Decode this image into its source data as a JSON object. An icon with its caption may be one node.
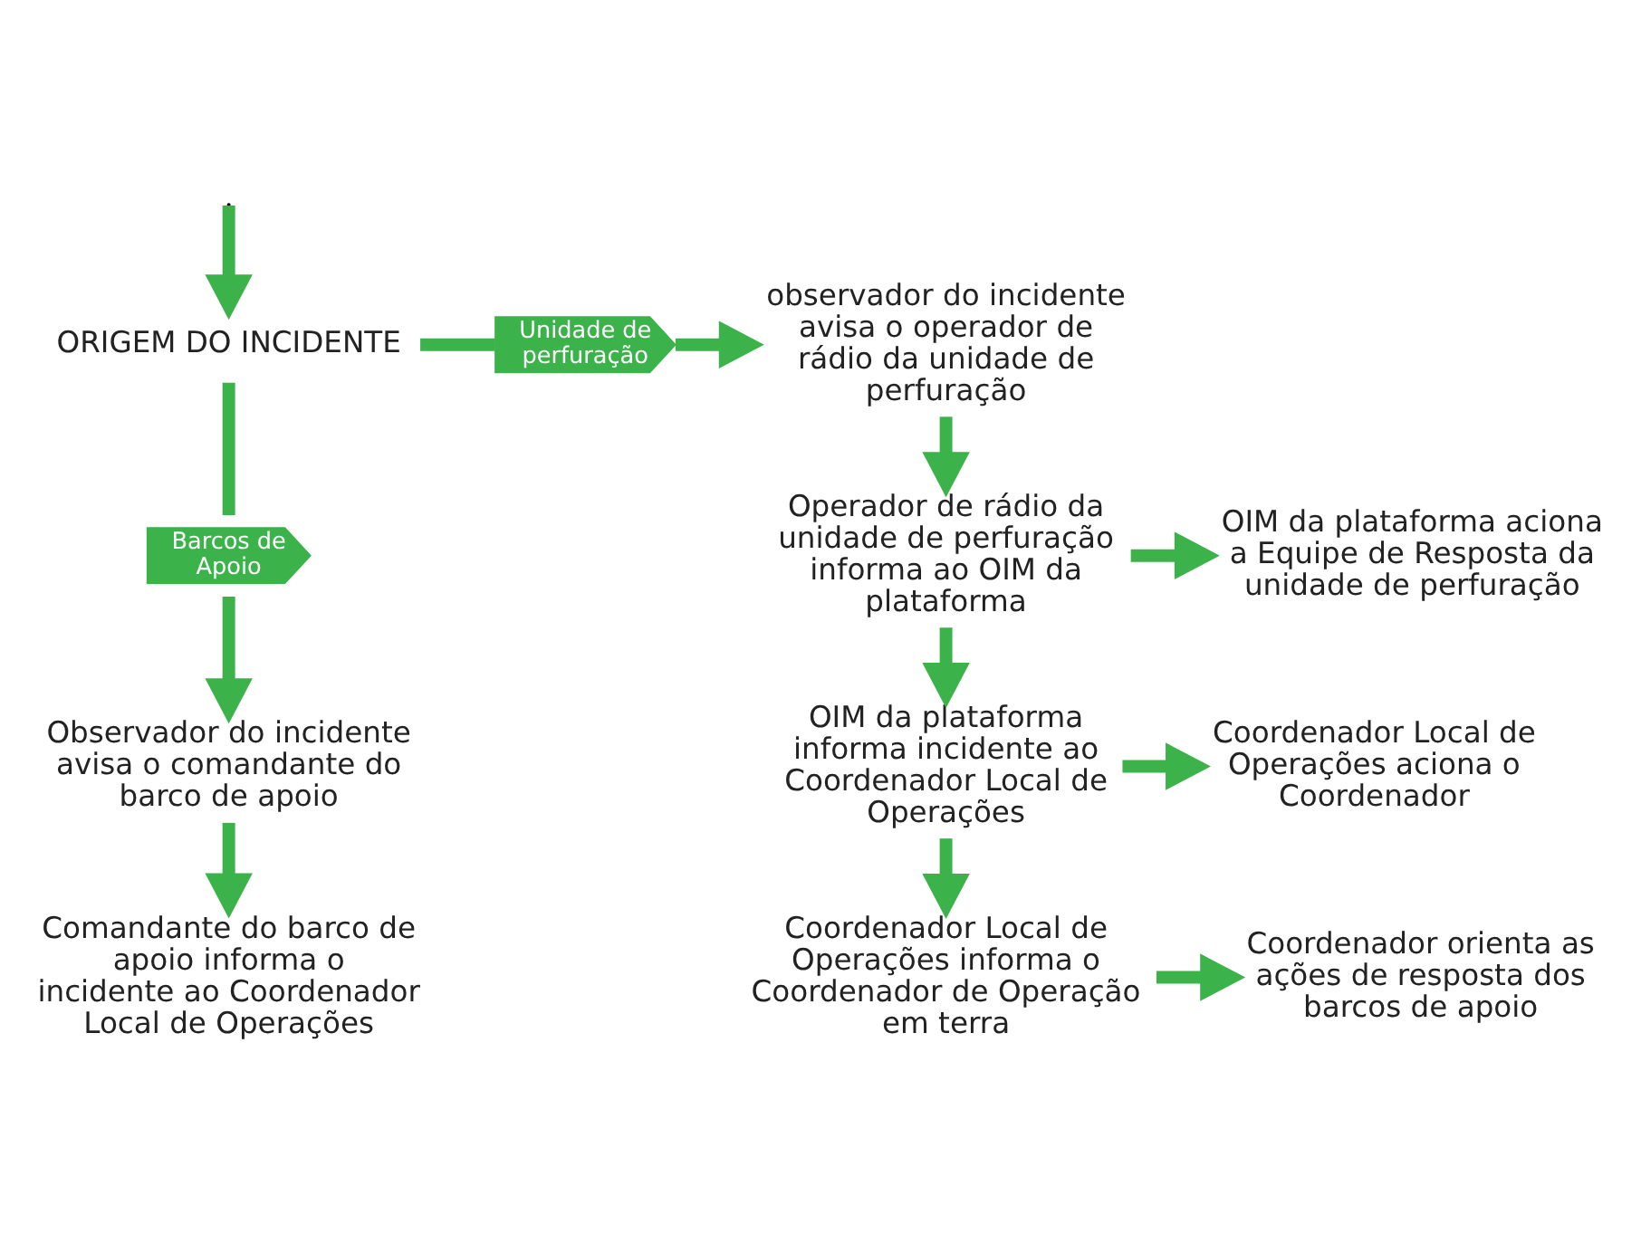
{
  "diagram": {
    "nodes": [
      {
        "text": [
          "ORIGEM DO INCIDENTE"
        ]
      },
      {
        "text": [
          "Barcos de Apoio"
        ]
      },
      {
        "text": [
          "Observador do incidente avisa o comandante do barco de apoio"
        ]
      },
      {
        "text": [
          "Comandante do barco de apoio informa o incidente ao Coordenador Local de Operações"
        ]
      },
      {
        "text": [
          "Unidade de perfuração"
        ]
      },
      {
        "text": [
          "observador do incidente avisa o operador de rádio da unidade de perfuração"
        ]
      },
      {
        "text": [
          "Operador de rádio da unidade de perfuração informa ao OIM da plataforma"
        ]
      },
      {
        "text": [
          "OIM da plataforma aciona a Equipe de Resposta da unidade de perfuração"
        ]
      },
      {
        "text": [
          "OIM da plataforma informa incidente ao Coordenador Local de Operações"
        ]
      },
      {
        "text": [
          "Coordenador Local de Operações aciona o Coordenador"
        ]
      },
      {
        "text": [
          "Coordenador Local de Operações informa o Coordenador de Operação em terra"
        ]
      },
      {
        "text": [
          "Coordenador orienta as ações de resposta dos barcos de apoio"
        ]
      }
    ],
    "edges": [
      {
        "from": null,
        "to": 0,
        "arrow": "to"
      },
      {
        "from": 0,
        "to": 1,
        "arrow": "none"
      },
      {
        "from": 1,
        "to": 2,
        "arrow": "to"
      },
      {
        "from": 2,
        "to": 3,
        "arrow": "to"
      },
      {
        "from": 0,
        "to": 4,
        "arrow": "none"
      },
      {
        "from": 4,
        "to": 5,
        "arrow": "to"
      },
      {
        "from": 5,
        "to": 6,
        "arrow": "to"
      },
      {
        "from": 6,
        "to": 7,
        "arrow": "to"
      },
      {
        "from": 6,
        "to": 8,
        "arrow": "to"
      },
      {
        "from": 8,
        "to": 9,
        "arrow": "to"
      },
      {
        "from": 8,
        "to": 10,
        "arrow": "to"
      },
      {
        "from": 10,
        "to": 11,
        "arrow": "to"
      }
    ]
  }
}
